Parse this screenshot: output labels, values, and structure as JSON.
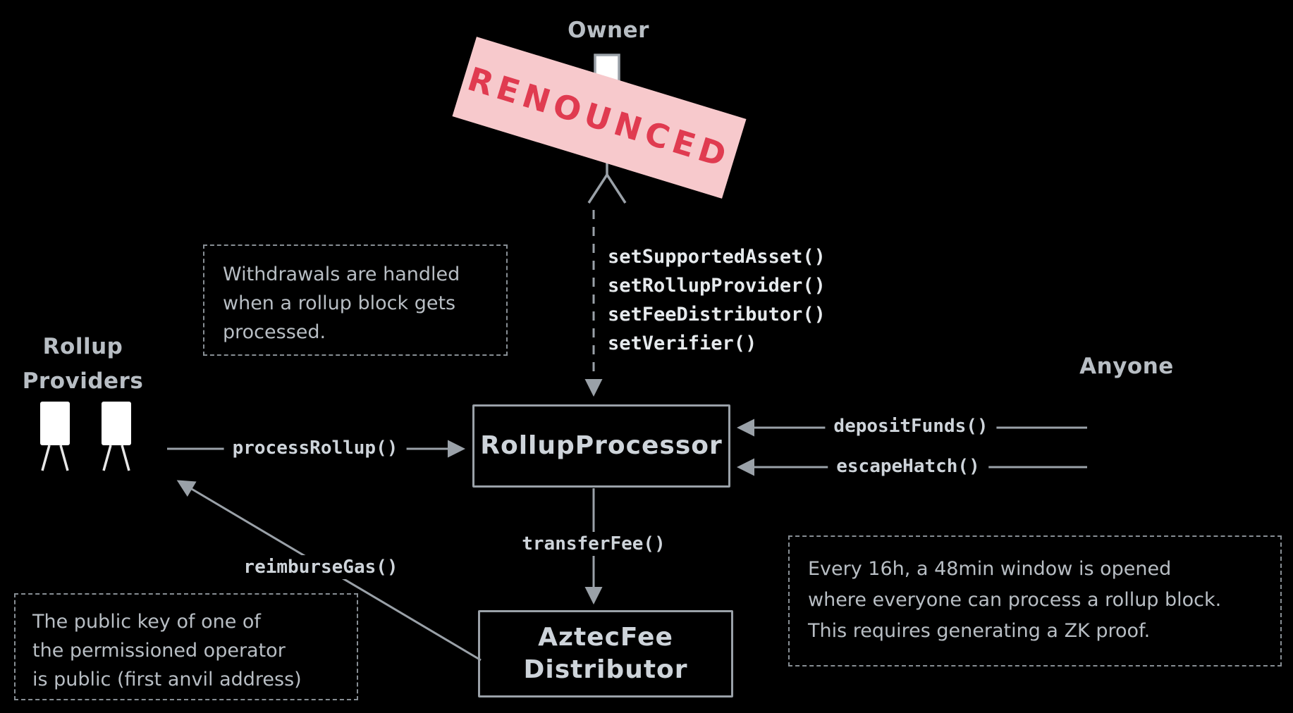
{
  "colors": {
    "background": "#000000",
    "text_gray": "#b8bec4",
    "text_bright": "#e6eaed",
    "box_text": "#ced4da",
    "stroke": "#9aa1a8",
    "banner_bg": "#f7c9cc",
    "banner_text": "#e03b50"
  },
  "actors": {
    "owner": {
      "label": "Owner",
      "banner": "RENOUNCED"
    },
    "rollup_providers": {
      "line1": "Rollup",
      "line2": "Providers"
    },
    "anyone": {
      "label": "Anyone"
    }
  },
  "nodes": {
    "rollup_processor": {
      "label": "RollupProcessor"
    },
    "aztec_fee_distributor": {
      "line1": "AztecFee",
      "line2": "Distributor"
    }
  },
  "edges": {
    "owner_admin_calls": [
      "setSupportedAsset()",
      "setRollupProvider()",
      "setFeeDistributor()",
      "setVerifier()"
    ],
    "process_rollup": "processRollup()",
    "deposit_funds": "depositFunds()",
    "escape_hatch": "escapeHatch()",
    "transfer_fee": "transferFee()",
    "reimburse_gas": "reimburseGas()"
  },
  "notes": {
    "withdrawals": {
      "lines": [
        "Withdrawals are handled",
        "when a rollup block gets",
        "processed."
      ]
    },
    "operator_key": {
      "lines": [
        "The public key of one of",
        "the permissioned operator",
        "is public (first anvil address)"
      ]
    },
    "escape_window": {
      "lines": [
        "Every 16h, a 48min window is opened",
        "where everyone can process a rollup block.",
        "This requires generating a ZK proof."
      ]
    }
  }
}
